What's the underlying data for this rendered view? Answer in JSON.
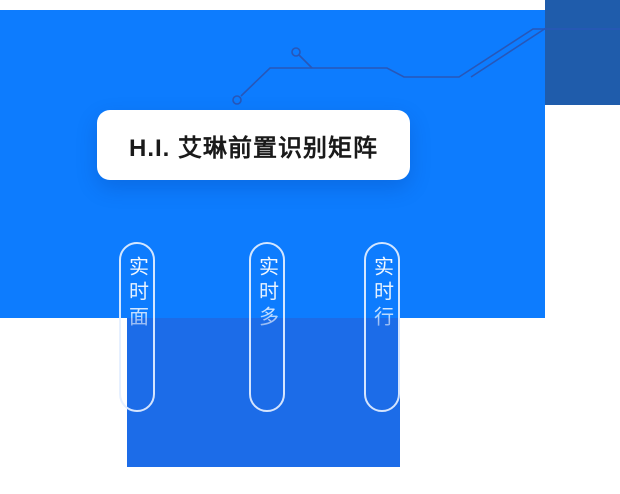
{
  "hero": {
    "title": "H.I. 艾琳前置识别矩阵"
  },
  "capsules": [
    {
      "label": "实时面"
    },
    {
      "label": "实时多"
    },
    {
      "label": "实时行"
    }
  ],
  "icons": {
    "circuit_trace": "circuit-trace-decoration",
    "circuit_node": "circuit-node-icon"
  },
  "colors": {
    "primary_blue": "#0d7cfe",
    "lower_panel_blue": "#1c6ce8",
    "corner_block_blue": "#1f5cab",
    "trace_blue": "#2857b8",
    "capsule_outline": "#e4efff",
    "card_background": "#ffffff",
    "title_text": "#1a1a1a"
  }
}
